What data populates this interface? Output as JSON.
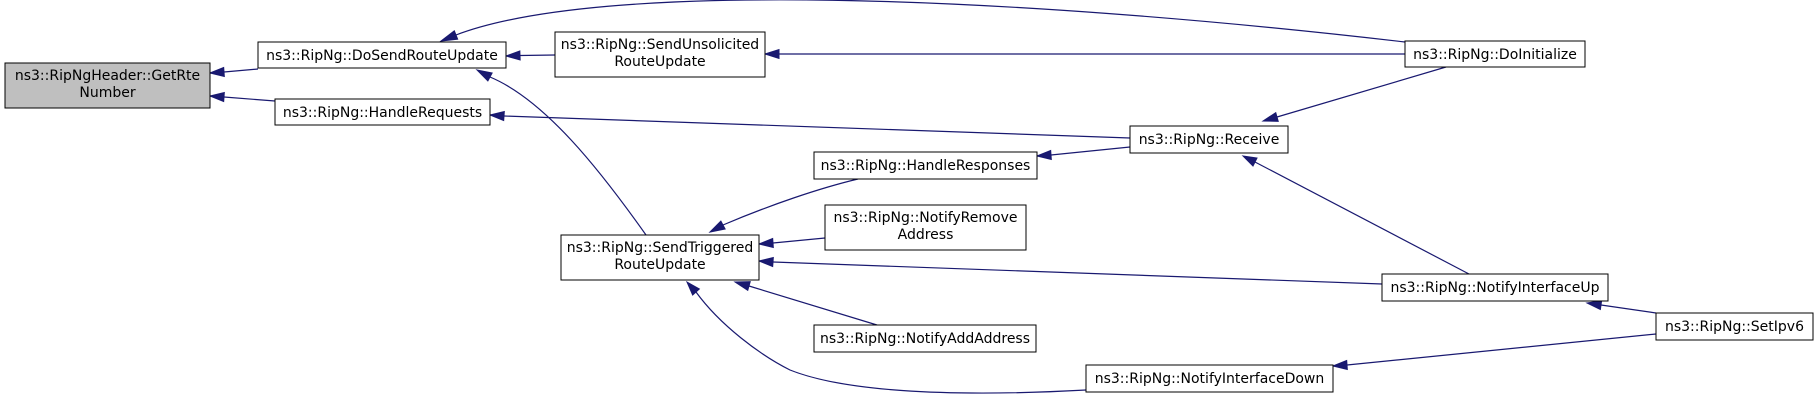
{
  "colors": {
    "edge": "#191970",
    "node_fill": "#ffffff",
    "focus_fill": "#bfbfbf",
    "border": "#000000"
  },
  "nodes": {
    "getrte": {
      "lines": [
        "ns3::RipNgHeader::GetRte",
        "Number"
      ],
      "focus": true
    },
    "dosend": {
      "lines": [
        "ns3::RipNg::DoSendRouteUpdate"
      ]
    },
    "handlereq": {
      "lines": [
        "ns3::RipNg::HandleRequests"
      ]
    },
    "sendunsol": {
      "lines": [
        "ns3::RipNg::SendUnsolicited",
        "RouteUpdate"
      ]
    },
    "sendtrig": {
      "lines": [
        "ns3::RipNg::SendTriggered",
        "RouteUpdate"
      ]
    },
    "doinit": {
      "lines": [
        "ns3::RipNg::DoInitialize"
      ]
    },
    "receive": {
      "lines": [
        "ns3::RipNg::Receive"
      ]
    },
    "handleresp": {
      "lines": [
        "ns3::RipNg::HandleResponses"
      ]
    },
    "notifyremove": {
      "lines": [
        "ns3::RipNg::NotifyRemove",
        "Address"
      ]
    },
    "notifyadd": {
      "lines": [
        "ns3::RipNg::NotifyAddAddress"
      ]
    },
    "ifup": {
      "lines": [
        "ns3::RipNg::NotifyInterfaceUp"
      ]
    },
    "ifdown": {
      "lines": [
        "ns3::RipNg::NotifyInterfaceDown"
      ]
    },
    "setipv6": {
      "lines": [
        "ns3::RipNg::SetIpv6"
      ]
    }
  },
  "edges": [
    {
      "from": "dosend",
      "to": "getrte"
    },
    {
      "from": "handlereq",
      "to": "getrte"
    },
    {
      "from": "sendunsol",
      "to": "dosend"
    },
    {
      "from": "sendtrig",
      "to": "dosend"
    },
    {
      "from": "doinit",
      "to": "dosend"
    },
    {
      "from": "receive",
      "to": "handlereq"
    },
    {
      "from": "doinit",
      "to": "sendunsol"
    },
    {
      "from": "handleresp",
      "to": "sendtrig"
    },
    {
      "from": "notifyremove",
      "to": "sendtrig"
    },
    {
      "from": "ifup",
      "to": "sendtrig"
    },
    {
      "from": "notifyadd",
      "to": "sendtrig"
    },
    {
      "from": "ifdown",
      "to": "sendtrig"
    },
    {
      "from": "receive",
      "to": "doinit"
    },
    {
      "from": "receive",
      "to": "handleresp"
    },
    {
      "from": "ifup",
      "to": "receive"
    },
    {
      "from": "setipv6",
      "to": "ifup"
    },
    {
      "from": "setipv6",
      "to": "ifdown"
    }
  ]
}
